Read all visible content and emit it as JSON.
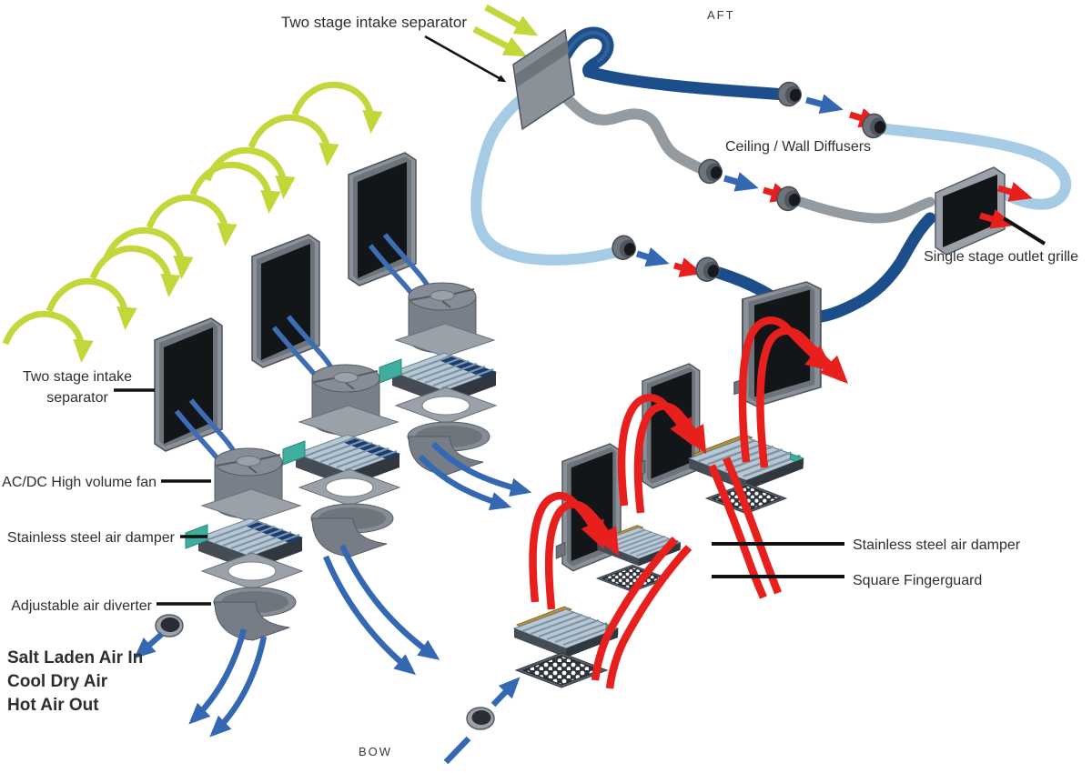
{
  "figure": {
    "aft": "AFT",
    "bow": "BOW"
  },
  "labels": {
    "top_intake_separator": "Two stage intake separator",
    "ceiling_wall_diffusers": "Ceiling / Wall Diffusers",
    "single_stage_outlet_grille": "Single stage outlet grille",
    "left_intake_separator_line1": "Two stage intake",
    "left_intake_separator_line2": "separator",
    "high_volume_fan": "AC/DC High volume fan",
    "air_damper_left": "Stainless steel air damper",
    "air_diverter": "Adjustable air diverter",
    "air_damper_right": "Stainless steel air damper",
    "square_fingerguard": "Square Fingerguard"
  },
  "legend": {
    "items": [
      {
        "label": "Salt Laden Air In",
        "color": "#b8cf2d"
      },
      {
        "label": "Cool Dry Air",
        "color": "#2456a4"
      },
      {
        "label": "Hot Air Out",
        "color": "#e7201e"
      }
    ]
  },
  "colors": {
    "salt_air_arrow": "#c3d63a",
    "cool_air_arrow": "#3468b2",
    "hot_air": "#e7201e",
    "hose_dark_blue": "#1d4e8c",
    "hose_light_blue": "#a5cbe5",
    "hose_gray": "#939aa0",
    "metal_light": "#8a9199",
    "metal_mid": "#6d747c",
    "panel_dark": "#131619",
    "damper_top": "#b9c7d2",
    "damper_teal": "#3fae9e",
    "damper_gold": "#b98f35"
  }
}
